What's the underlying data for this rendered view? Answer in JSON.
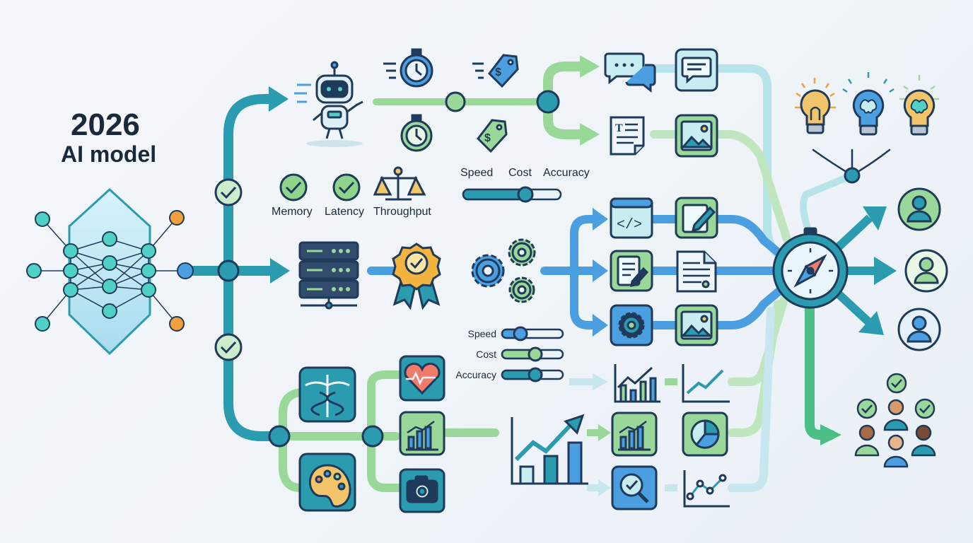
{
  "title": {
    "year": "2026",
    "subtitle": "AI model"
  },
  "checks": {
    "memory": "Memory",
    "latency": "Latency",
    "throughput": "Throughput"
  },
  "tradeoff_top": {
    "speed": "Speed",
    "cost": "Cost",
    "accuracy": "Accuracy"
  },
  "tradeoff_mid": {
    "speed": "Speed",
    "cost": "Cost",
    "accuracy": "Accuracy"
  },
  "colors": {
    "teal": "#2b9bb0",
    "green": "#9ad89a",
    "blue": "#4b9fe0",
    "navy": "#1f3a5a",
    "orange": "#f2a03d",
    "mint": "#4fd1c5"
  },
  "icons": [
    "neural-network-crystal",
    "robot",
    "stopwatch",
    "price-tag",
    "server-stack",
    "award-badge",
    "gears",
    "chat-bubbles",
    "message",
    "document",
    "image",
    "code-window",
    "edit",
    "form",
    "text-file",
    "settings-chip",
    "caduceus",
    "heartbeat",
    "bar-chart",
    "palette",
    "camera",
    "pie-chart",
    "magnifier",
    "line-chart",
    "lightbulb",
    "brain-bulb",
    "compass",
    "user",
    "team"
  ]
}
